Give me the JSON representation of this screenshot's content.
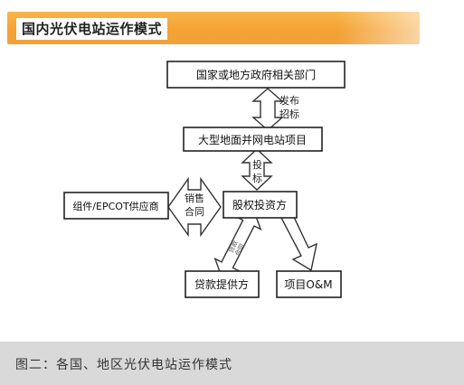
{
  "header": {
    "title": "国内光伏电站运作模式"
  },
  "nodes": {
    "gov": "国家或地方政府相关部门",
    "project": "大型地面并网电站项目",
    "equity": "股权投资方",
    "supplier": "组件/EPCOT供应商",
    "loan": "贷款提供方",
    "om": "项目O&M"
  },
  "edges": {
    "bidding": {
      "line1": "发布",
      "line2": "招标"
    },
    "tender": {
      "line1": "投",
      "line2": "标"
    },
    "sales": {
      "line1": "销售",
      "line2": "合同"
    },
    "loan_contract": {
      "line1": "贷款",
      "line2": "合同"
    }
  },
  "caption": {
    "text": "图二：各国、地区光伏电站运作模式"
  }
}
